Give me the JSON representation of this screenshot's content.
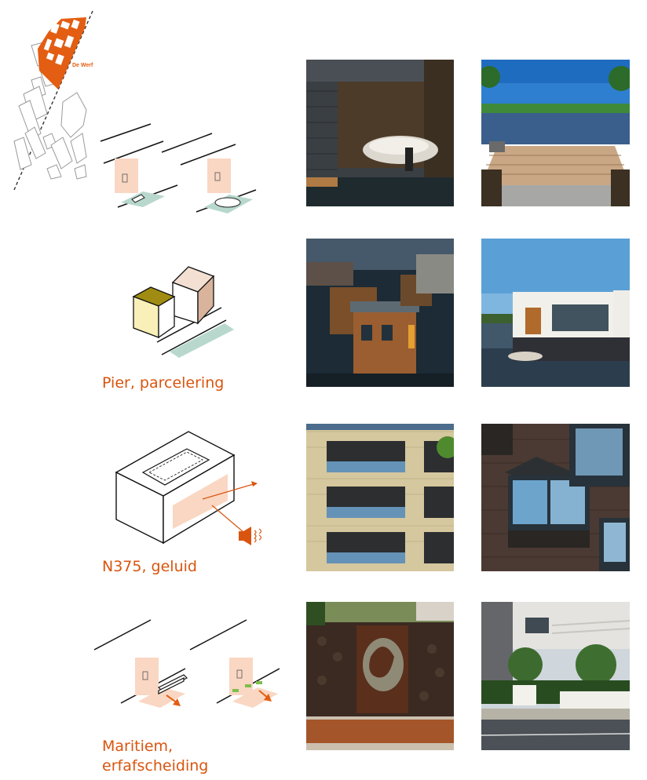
{
  "colors": {
    "accent": "#e35e12",
    "caption": "#d9550f",
    "pier_green": "#b8d8cd",
    "facade_pink": "#f9d7c3"
  },
  "map": {
    "label": "De Werf"
  },
  "rows": [
    {
      "caption": ""
    },
    {
      "caption": "Pier, parcelering"
    },
    {
      "caption": "N375, geluid"
    },
    {
      "caption_line1": "Maritiem,",
      "caption_line2": "erfafscheiding"
    }
  ],
  "icons": {
    "speaker": "speaker-noise-icon"
  }
}
